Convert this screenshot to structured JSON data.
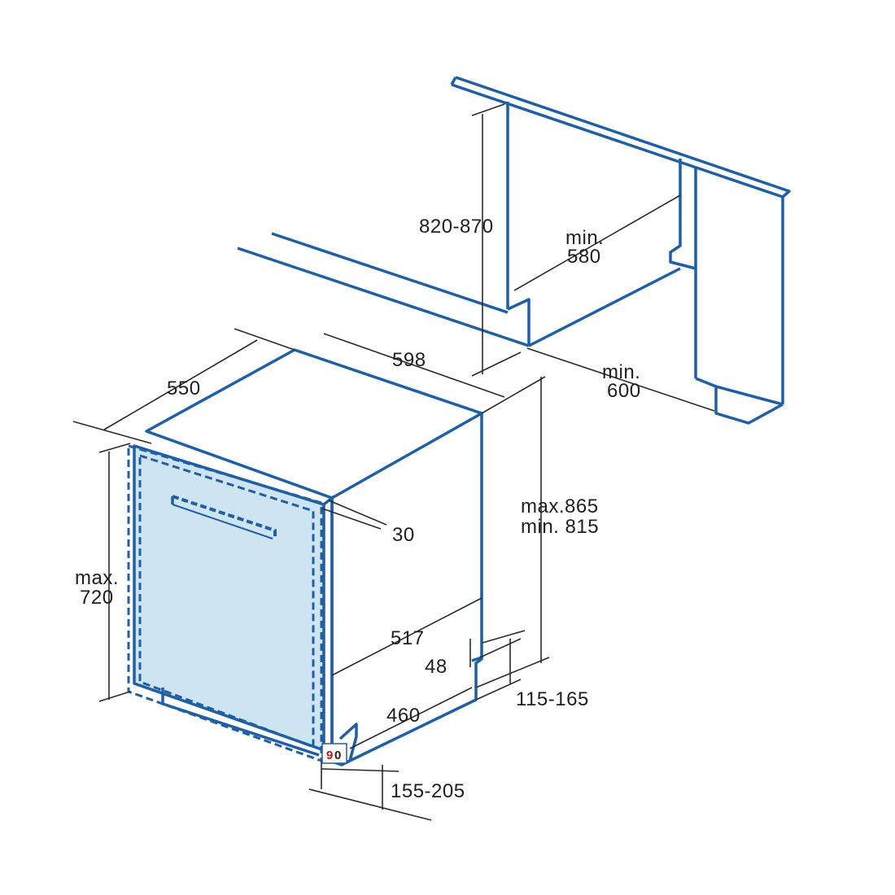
{
  "colors": {
    "outline": "#1f5fa6",
    "dim_line": "#2a2a2a",
    "door_fill": "#cfe4f1",
    "text": "#1f1f1f",
    "text_red": "#b11e1e"
  },
  "labels": {
    "height_range": "820-870",
    "niche_depth_min": "min.",
    "niche_depth_val": "580",
    "niche_width_min": "min.",
    "niche_width_val": "600",
    "width": "598",
    "depth": "550",
    "door_thickness": "30",
    "appliance_height_max": "max.865",
    "appliance_height_min": "min. 815",
    "door_height_max": "max.",
    "door_height_val": "720",
    "inner_depth": "517",
    "plinth_depth": "48",
    "plinth_height": "115-165",
    "base_depth": "460",
    "angle_90_a": "9",
    "angle_90_b": "0",
    "foot_height": "155-205"
  }
}
